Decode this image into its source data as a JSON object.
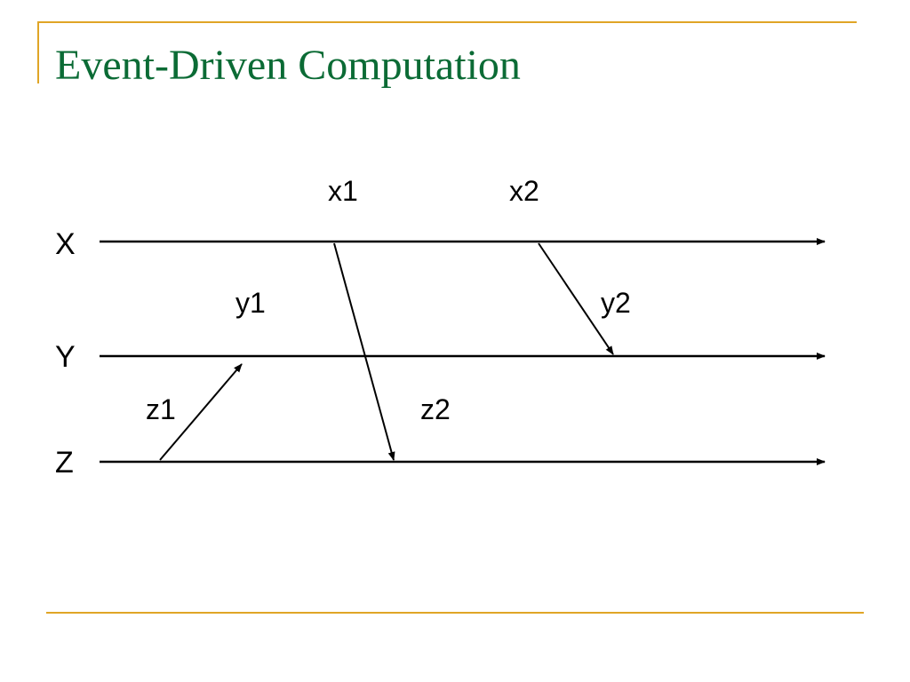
{
  "slide": {
    "title": "Event-Driven Computation"
  },
  "theme": {
    "title_color": "#0b6b35",
    "accent_color": "#e0a526",
    "ink_color": "#000000",
    "background": "#ffffff"
  },
  "diagram": {
    "lines": [
      {
        "id": "X",
        "label": "X"
      },
      {
        "id": "Y",
        "label": "Y"
      },
      {
        "id": "Z",
        "label": "Z"
      }
    ],
    "events": [
      {
        "id": "x1",
        "label": "x1"
      },
      {
        "id": "x2",
        "label": "x2"
      },
      {
        "id": "y1",
        "label": "y1"
      },
      {
        "id": "y2",
        "label": "y2"
      },
      {
        "id": "z1",
        "label": "z1"
      },
      {
        "id": "z2",
        "label": "z2"
      }
    ]
  }
}
